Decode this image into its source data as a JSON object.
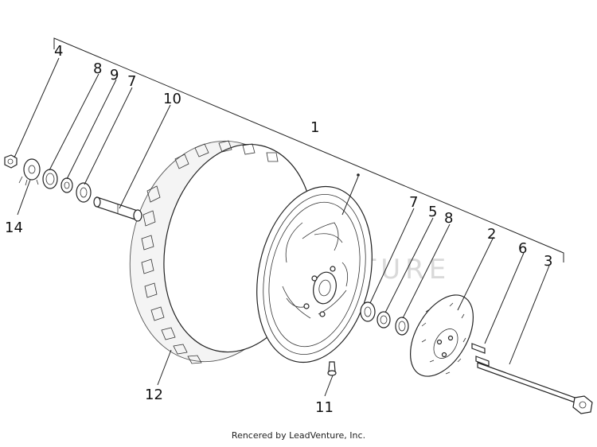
{
  "watermark": "LEADVENTURE",
  "credit": "Rencered by LeadVenture, Inc.",
  "callouts": [
    {
      "id": "4",
      "label": "4"
    },
    {
      "id": "8a",
      "label": "8"
    },
    {
      "id": "9",
      "label": "9"
    },
    {
      "id": "7a",
      "label": "7"
    },
    {
      "id": "10",
      "label": "10"
    },
    {
      "id": "1",
      "label": "1"
    },
    {
      "id": "14",
      "label": "14"
    },
    {
      "id": "7b",
      "label": "7"
    },
    {
      "id": "5",
      "label": "5"
    },
    {
      "id": "8b",
      "label": "8"
    },
    {
      "id": "2",
      "label": "2"
    },
    {
      "id": "6",
      "label": "6"
    },
    {
      "id": "3",
      "label": "3"
    },
    {
      "id": "12",
      "label": "12"
    },
    {
      "id": "11",
      "label": "11"
    }
  ]
}
